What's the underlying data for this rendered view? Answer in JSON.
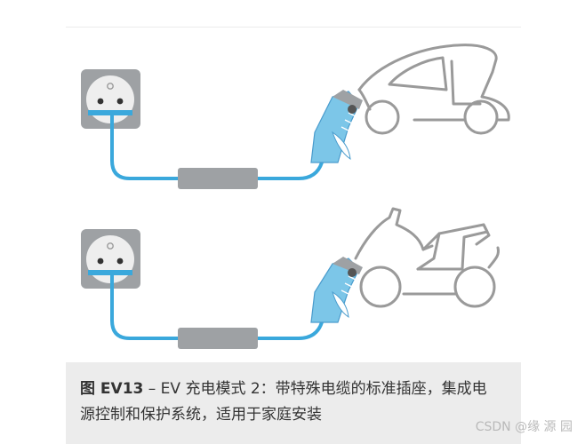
{
  "figure": {
    "label": "图 EV13",
    "caption_text": " – EV 充电模式 2：带特殊电缆的标准插座，集成电源控制和保护系统，适用于家庭安装"
  },
  "watermark": "CSDN @缘 源 园",
  "colors": {
    "socket_plate": "#9ea1a4",
    "cable": "#3aa8dc",
    "control_box": "#9ea1a4",
    "plug_body": "#7cc6e8",
    "vehicle_outline": "#9a9a9a",
    "caption_bg": "#ececec"
  },
  "icons": [
    "wall-socket-icon",
    "control-box-icon",
    "charging-plug-icon",
    "car-outline-icon",
    "motorcycle-outline-icon"
  ]
}
